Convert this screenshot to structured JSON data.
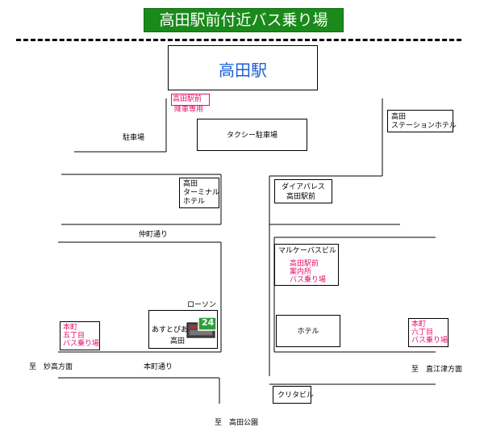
{
  "title": "高田駅前付近バス乗り場",
  "station": "高田駅",
  "stop_station": [
    "高田駅前",
    "降車専用"
  ],
  "parking": "駐車場",
  "taxi": "タクシー駐車場",
  "station_hotel": [
    "高田",
    "ステーションホテル"
  ],
  "terminal_hotel": [
    "高田",
    "ターミナル",
    "ホテル"
  ],
  "diapalace": [
    "ダイアパレス",
    "高田駅前"
  ],
  "nakamachi": "仲町通り",
  "marukei": "マルケーバスビル",
  "marukei_stop": [
    "高田駅前",
    "案内所",
    "バス乗り場"
  ],
  "lawson": "ローソン",
  "lawson_badge": "24",
  "asutopia": [
    "あすとぴあ",
    "高田"
  ],
  "honcho5": [
    "本町",
    "五丁目",
    "バス乗り場"
  ],
  "hotel": "ホテル",
  "honcho6": [
    "本町",
    "六丁目",
    "バス乗り場"
  ],
  "to_myoko": "至　妙高方面",
  "honcho_dori": "本町通り",
  "to_naoetsu": "至　直江津方面",
  "kurita": "クリタビル",
  "to_park": "至　高田公園"
}
